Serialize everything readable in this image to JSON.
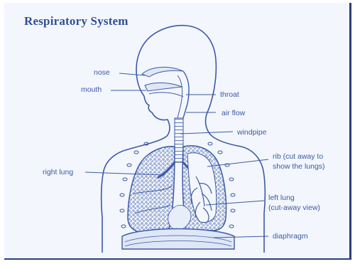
{
  "title": "Respiratory System",
  "labels": {
    "nose": "nose",
    "mouth": "mouth",
    "throat": "throat",
    "air_flow": "air flow",
    "windpipe": "windpipe",
    "right_lung": "right lung",
    "rib_line1": "rib (cut away to",
    "rib_line2": "show the lungs)",
    "left_lung_line1": "left lung",
    "left_lung_line2": "(cut-away view)",
    "diaphragm": "diaphragm"
  },
  "colors": {
    "ink": "#3b5aa6",
    "title": "#2f4f93",
    "panel": "#f3f6fc",
    "border": "#2a3f7a"
  }
}
